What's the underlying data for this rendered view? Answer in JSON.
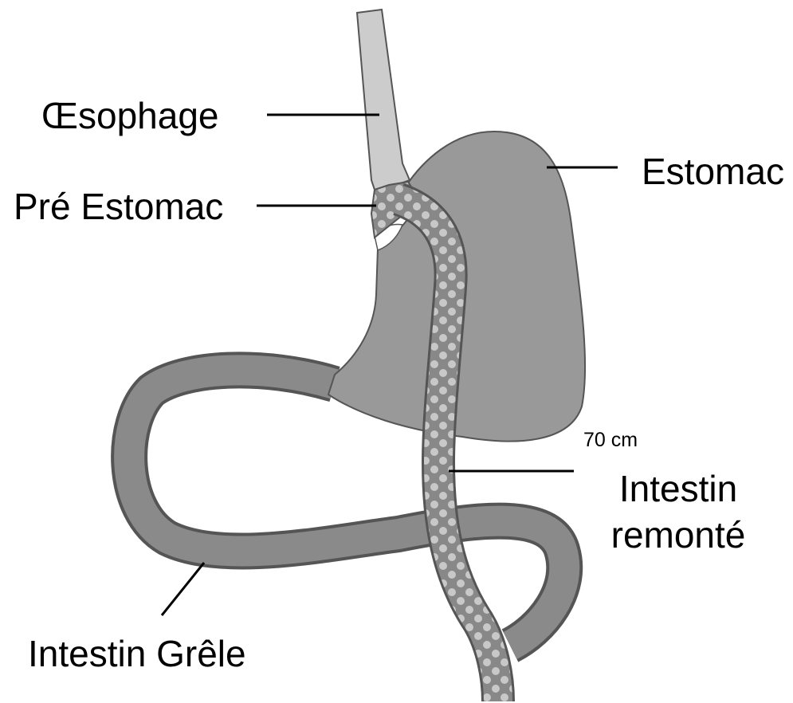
{
  "labels": {
    "oesophage": "Œsophage",
    "pre_estomac": "Pré Estomac",
    "estomac": "Estomac",
    "length": "70 cm",
    "intestin_remonte_line1": "Intestin",
    "intestin_remonte_line2": "remonté",
    "intestin_grele": "Intestin Grêle"
  },
  "colors": {
    "stomach_fill": "#999999",
    "tube_fill": "#888888",
    "esophagus_fill": "#cccccc",
    "dot_fill": "#c8c8c8",
    "outline": "#555555",
    "leader_line": "#000000"
  }
}
